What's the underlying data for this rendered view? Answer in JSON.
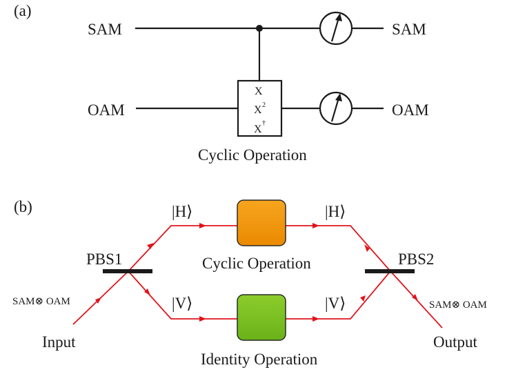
{
  "panel_a": {
    "tag": "(a)",
    "qubits": [
      {
        "in_label": "SAM",
        "out_label": "SAM"
      },
      {
        "in_label": "OAM",
        "out_label": "OAM"
      }
    ],
    "gate_ops": [
      "X",
      "X",
      "X"
    ],
    "gate_sups": [
      "",
      "2",
      "†"
    ],
    "caption": "Cyclic Operation"
  },
  "panel_b": {
    "tag": "(b)",
    "pbs1": "PBS1",
    "pbs2": "PBS2",
    "input_label": "Input",
    "output_label": "Output",
    "input_state": "SAM⊗ OAM",
    "output_state": "SAM⊗ OAM",
    "upper_kets": [
      "|H⟩",
      "|H⟩"
    ],
    "lower_kets": [
      "|V⟩",
      "|V⟩"
    ],
    "upper_box_label": "Cyclic Operation",
    "lower_box_label": "Identity Operation",
    "colors": {
      "beam": "#e0141b",
      "cyclic_box": "#f29400",
      "identity_box": "#7cc022"
    }
  }
}
